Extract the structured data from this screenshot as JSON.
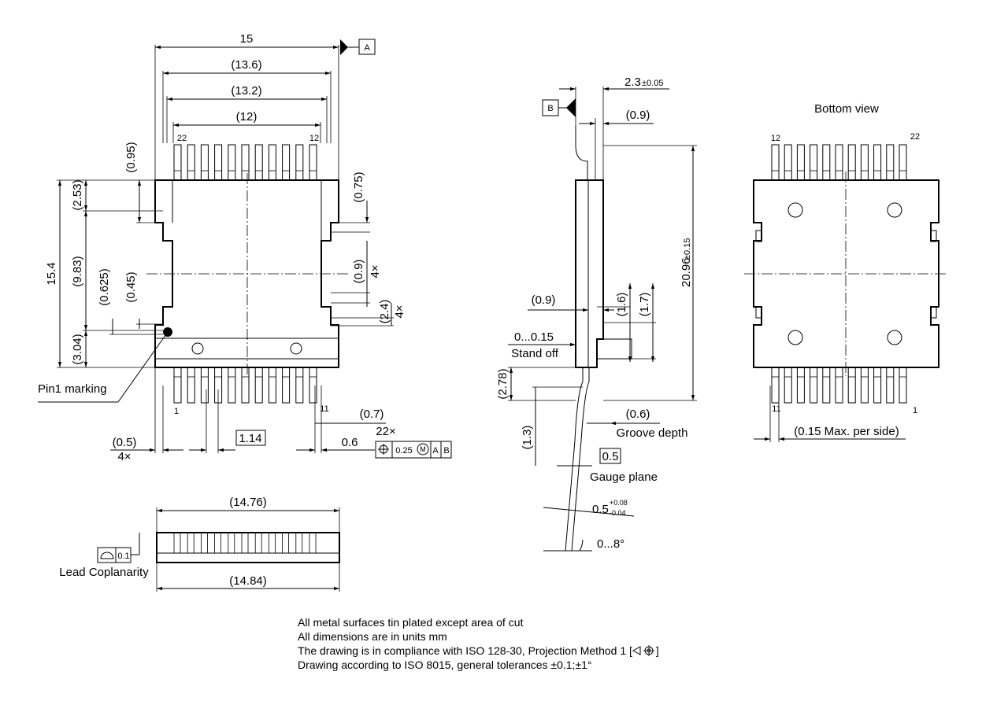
{
  "top_view": {
    "dims": {
      "d15": "15",
      "d13_6": "(13.6)",
      "d13_2": "(13.2)",
      "d12": "(12)",
      "d0_95": "(0.95)",
      "d2_53": "(2.53)",
      "d15_4": "15.4",
      "d9_83": "(9.83)",
      "d0_625": "(0.625)",
      "d0_45": "(0.45)",
      "d3_04": "(3.04)",
      "d0_75": "(0.75)",
      "d0_9": "(0.9)",
      "d2_4": "(2.4)",
      "four_x": "4×",
      "d0_5": "(0.5)",
      "d1_14": "1.14",
      "d0_7": "(0.7)",
      "d0_6": "0.6",
      "n22x": "22×",
      "pin22": "22",
      "pin12": "12",
      "pin1": "1",
      "pin11": "11"
    },
    "datum_a": "A",
    "pin1_marking": "Pin1 marking",
    "tolerance_frame": {
      "value": "0.25",
      "modifier": "M",
      "datum1": "A",
      "datum2": "B"
    }
  },
  "front_view": {
    "d14_76": "(14.76)",
    "d14_84": "(14.84)",
    "coplanarity": "0.1",
    "lead_coplanarity": "Lead Coplanarity"
  },
  "side_view": {
    "d2_3": "2.3",
    "d2_3_tol": "±0.05",
    "datum_b": "B",
    "d0_9_top": "(0.9)",
    "d20_96": "20.96",
    "d20_96_tol": "±0.15",
    "d0_9_left": "(0.9)",
    "d1_6": "(1.6)",
    "d1_7": "(1.7)",
    "standoff_value": "0...0.15",
    "standoff_label": "Stand off",
    "d2_78": "(2.78)",
    "d1_3": "(1.3)",
    "d0_6": "(0.6)",
    "groove_depth": "Groove depth",
    "gauge_value": "0.5",
    "gauge_plane": "Gauge plane",
    "lead_angle_base": "0.5",
    "lead_angle_plus": "+0.08",
    "lead_angle_minus": "-0.04",
    "angle": "0...8°"
  },
  "bottom_view": {
    "title": "Bottom view",
    "pin12": "12",
    "pin22": "22",
    "pin11": "11",
    "pin1": "1",
    "max_per_side": "(0.15 Max. per side)"
  },
  "notes": [
    "All metal surfaces tin plated except area of cut",
    "All dimensions are in units mm",
    "The drawing is in compliance with ISO 128-30, Projection Method 1 [",
    "Drawing according to ISO 8015, general tolerances ±0.1;±1°"
  ]
}
